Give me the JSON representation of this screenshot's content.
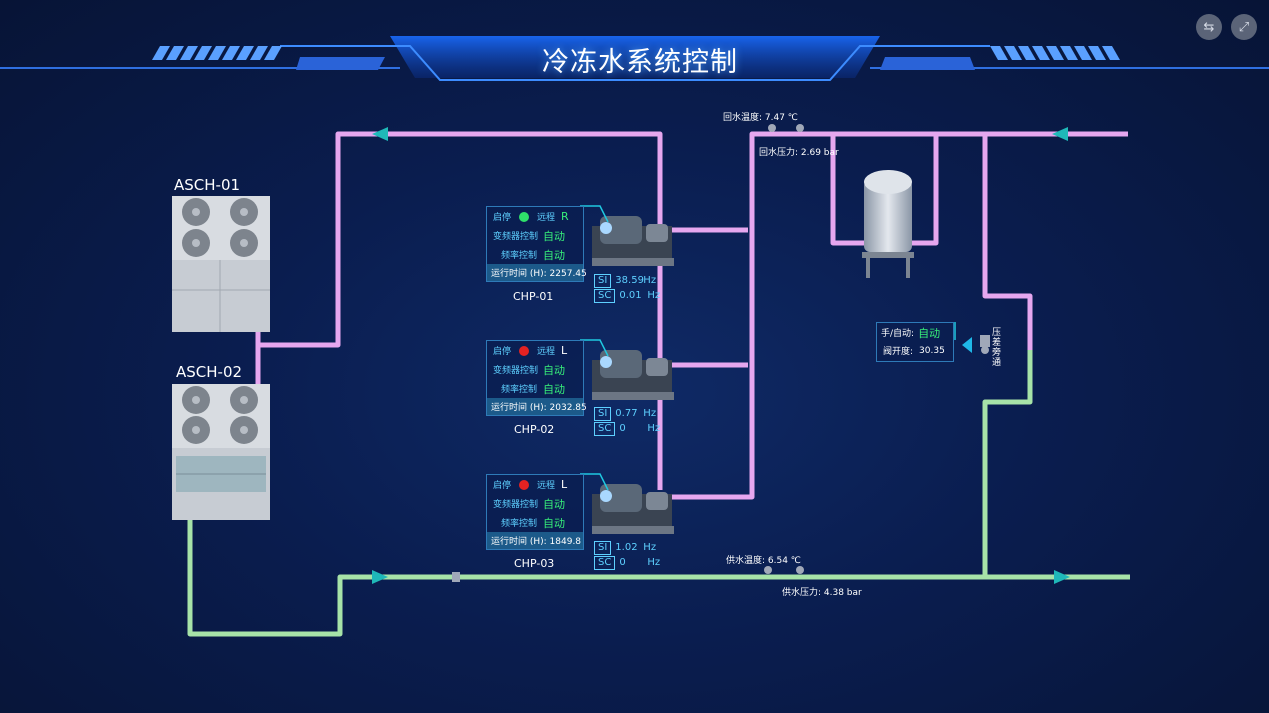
{
  "header": {
    "title": "冷冻水系统控制",
    "swap_icon": "swap-icon",
    "fullscreen_icon": "fullscreen-icon"
  },
  "chillers": [
    {
      "name": "ASCH-01"
    },
    {
      "name": "ASCH-02"
    }
  ],
  "pumps": [
    {
      "name": "CHP-01",
      "start_stop_label": "启停",
      "status_color": "#2fe06a",
      "remote_label": "远程",
      "mode": "R",
      "vfd_label": "变频器控制",
      "vfd_value": "自动",
      "freq_ctrl_label": "频率控制",
      "freq_ctrl_value": "自动",
      "runtime": "运行时间 (H): 2257.45",
      "si_label": "SI",
      "si_value": "38.59",
      "sc_label": "SC",
      "sc_value": "0.01",
      "unit": "Hz"
    },
    {
      "name": "CHP-02",
      "start_stop_label": "启停",
      "status_color": "#e42222",
      "remote_label": "远程",
      "mode": "L",
      "vfd_label": "变频器控制",
      "vfd_value": "自动",
      "freq_ctrl_label": "频率控制",
      "freq_ctrl_value": "自动",
      "runtime": "运行时间 (H): 2032.85",
      "si_label": "SI",
      "si_value": "0.77",
      "sc_label": "SC",
      "sc_value": "0",
      "unit": "Hz"
    },
    {
      "name": "CHP-03",
      "start_stop_label": "启停",
      "status_color": "#e42222",
      "remote_label": "远程",
      "mode": "L",
      "vfd_label": "变频器控制",
      "vfd_value": "自动",
      "freq_ctrl_label": "频率控制",
      "freq_ctrl_value": "自动",
      "runtime": "运行时间 (H): 1849.8",
      "si_label": "SI",
      "si_value": "1.02",
      "sc_label": "SC",
      "sc_value": "0",
      "unit": "Hz"
    }
  ],
  "sensors": {
    "return_temp": "回水温度: 7.47 ℃",
    "return_pressure": "回水压力: 2.69 bar",
    "supply_temp": "供水温度: 6.54 ℃",
    "supply_pressure": "供水压力: 4.38 bar"
  },
  "bypass_valve": {
    "mode_label": "手/自动:",
    "mode_value": "自动",
    "opening_label": "阀开度:",
    "opening_value": "30.35",
    "name_chars": [
      "压",
      "差",
      "旁",
      "通"
    ]
  },
  "colors": {
    "return_pipe": "#e6a7ef",
    "supply_pipe": "#a7e3a8",
    "accent": "#1f8fff"
  }
}
